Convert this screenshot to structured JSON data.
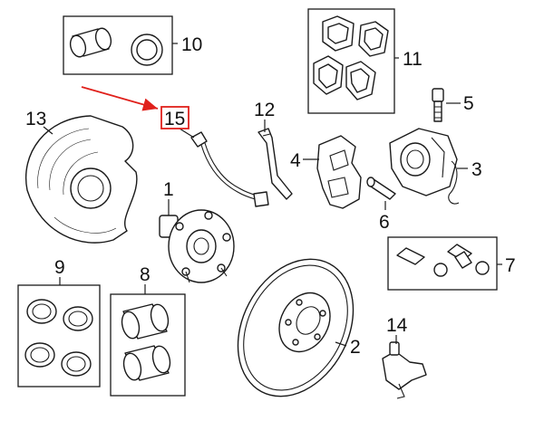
{
  "diagram": {
    "highlight_color": "#e0201b",
    "line_color": "#1a1a1a",
    "parts": [
      {
        "id": "1",
        "label": "1"
      },
      {
        "id": "2",
        "label": "2"
      },
      {
        "id": "3",
        "label": "3"
      },
      {
        "id": "4",
        "label": "4"
      },
      {
        "id": "5",
        "label": "5"
      },
      {
        "id": "6",
        "label": "6"
      },
      {
        "id": "7",
        "label": "7"
      },
      {
        "id": "8",
        "label": "8"
      },
      {
        "id": "9",
        "label": "9"
      },
      {
        "id": "10",
        "label": "10"
      },
      {
        "id": "11",
        "label": "11"
      },
      {
        "id": "12",
        "label": "12"
      },
      {
        "id": "13",
        "label": "13"
      },
      {
        "id": "14",
        "label": "14"
      },
      {
        "id": "15",
        "label": "15",
        "highlighted": true
      }
    ]
  }
}
